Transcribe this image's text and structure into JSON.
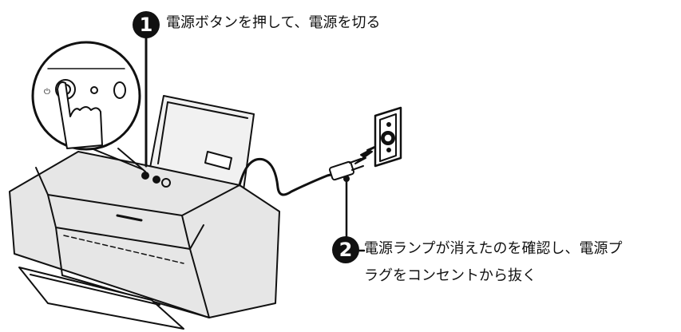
{
  "steps": [
    {
      "number": "1",
      "text": "電源ボタンを押して、電源を切る"
    },
    {
      "number": "2",
      "text_line1": "電源ランプが消えたのを確認し、電源プ",
      "text_line2": "ラグをコンセントから抜く"
    }
  ],
  "icons": {
    "badge": "numbered-circle",
    "power": "power-icon",
    "plug": "power-plug-icon",
    "outlet": "wall-outlet-icon",
    "arrow": "unplug-arrow-icon"
  },
  "colors": {
    "ink": "#111111",
    "paper": "#ffffff",
    "body_gray": "#e6e6e6"
  }
}
